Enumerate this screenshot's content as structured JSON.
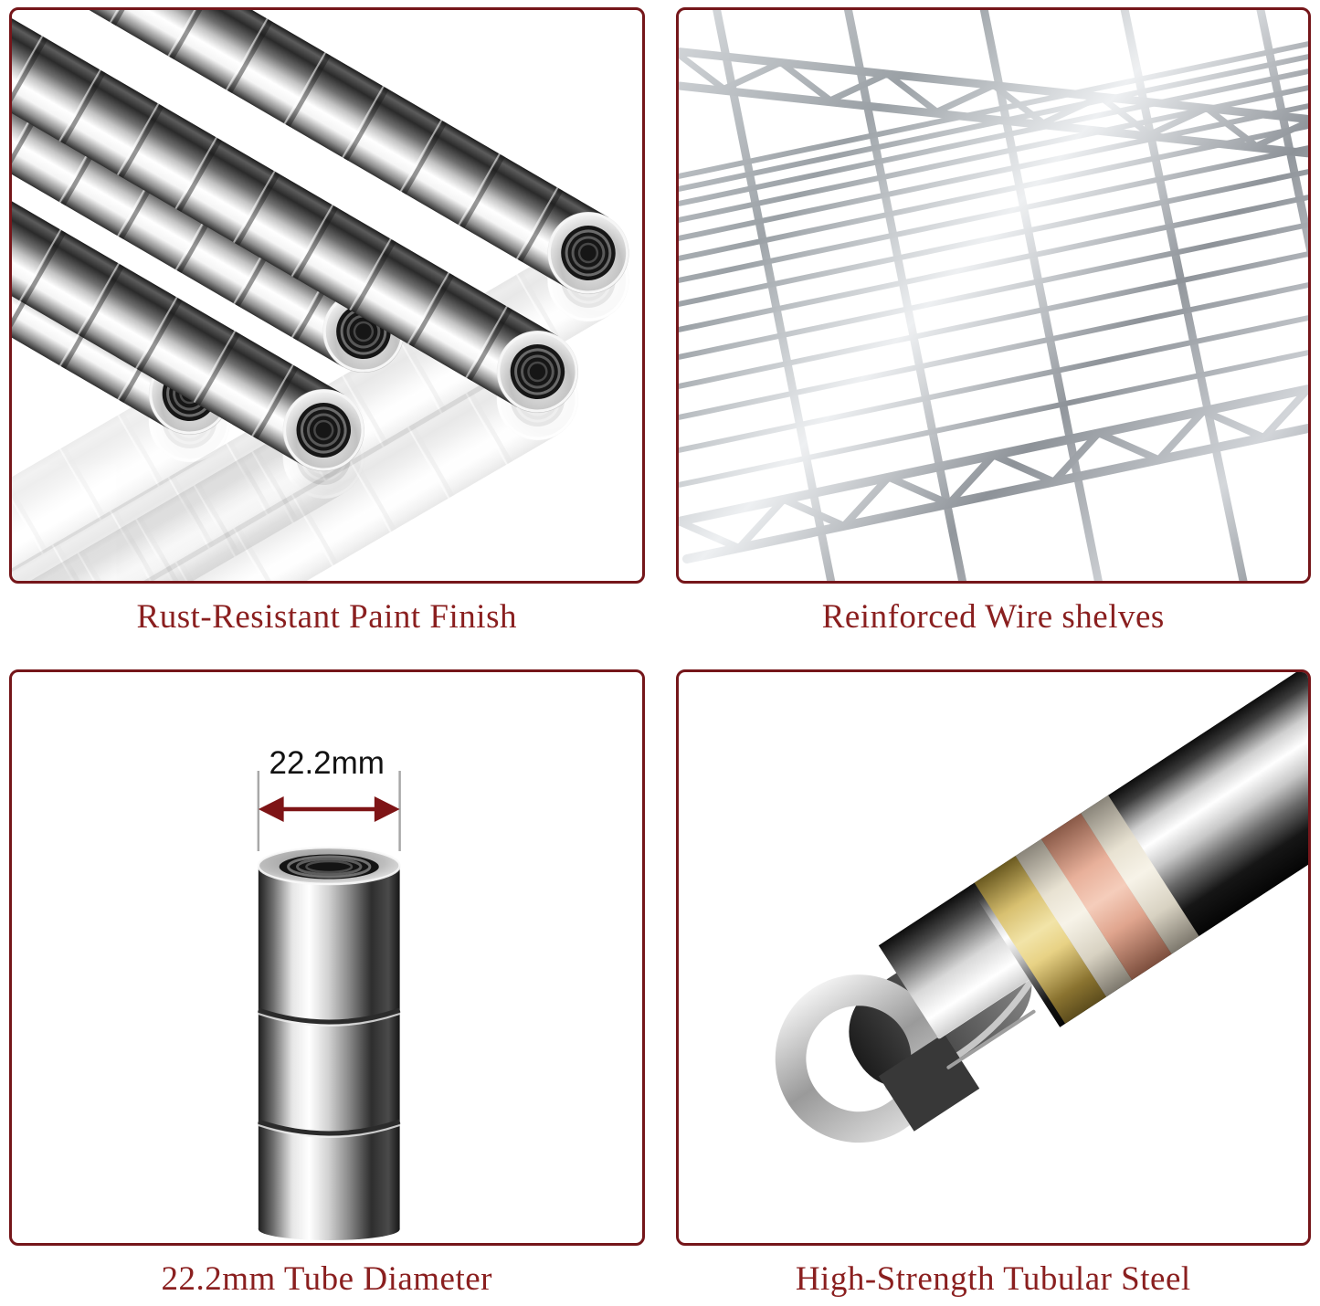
{
  "theme": {
    "background": "#ffffff",
    "panel_border_color": "#75161a",
    "caption_color": "#8a1f1f",
    "dimension_arrow_color": "#7e1416",
    "annotation_text_color": "#121212",
    "chrome_light": "#f5f5f5",
    "chrome_dark": "#1c1c1c",
    "brass_band_color": "#e8c86a",
    "copper_band_color": "#e8a88a"
  },
  "panels": [
    {
      "id": "paint-finish",
      "image": "chrome-tubes-photo",
      "caption": "Rust-Resistant Paint Finish"
    },
    {
      "id": "wire-shelves",
      "image": "wire-shelf-photo",
      "caption": "Reinforced Wire shelves"
    },
    {
      "id": "tube-diameter",
      "image": "tube-diameter-photo",
      "caption": "22.2mm Tube Diameter",
      "annotation": {
        "label": "22.2mm"
      }
    },
    {
      "id": "tubular-steel",
      "image": "cutaway-tube-photo",
      "caption": "High-Strength Tubular Steel"
    }
  ]
}
